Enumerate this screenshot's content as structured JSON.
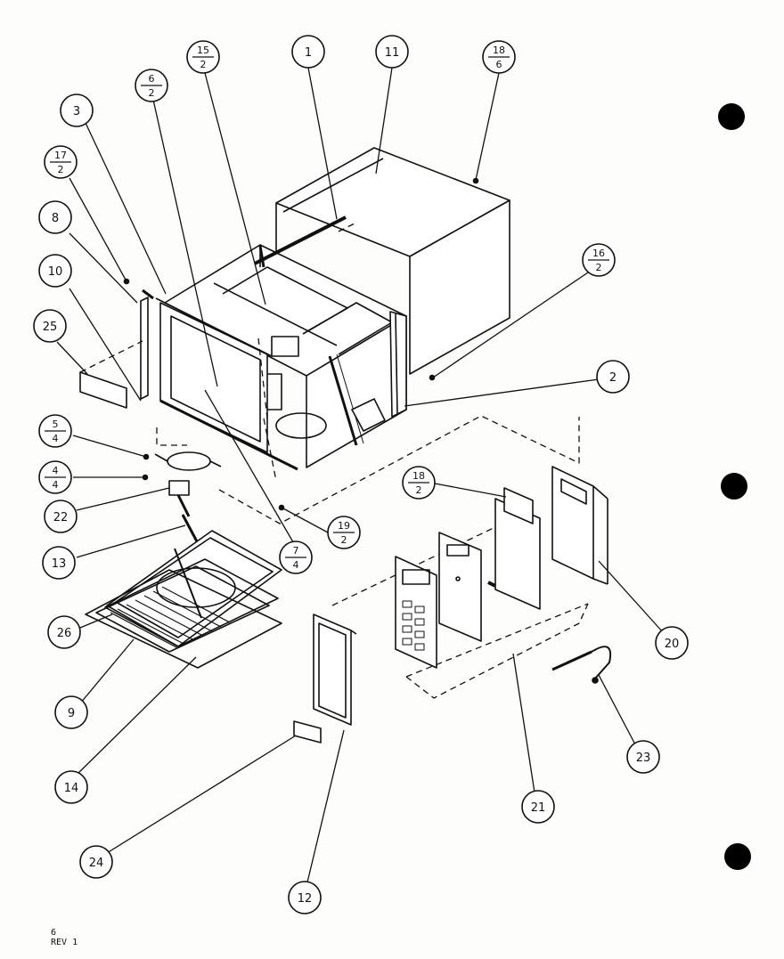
{
  "diagram": {
    "type": "exploded-parts-view",
    "callouts": [
      {
        "id": "c1",
        "num": "1"
      },
      {
        "id": "c11",
        "num": "11"
      },
      {
        "id": "c18_6",
        "num": "18",
        "den": "6"
      },
      {
        "id": "c15_2",
        "num": "15",
        "den": "2"
      },
      {
        "id": "c6_2",
        "num": "6",
        "den": "2"
      },
      {
        "id": "c3",
        "num": "3"
      },
      {
        "id": "c17_2",
        "num": "17",
        "den": "2"
      },
      {
        "id": "c8",
        "num": "8"
      },
      {
        "id": "c10",
        "num": "10"
      },
      {
        "id": "c25",
        "num": "25"
      },
      {
        "id": "c16_2",
        "num": "16",
        "den": "2"
      },
      {
        "id": "c2",
        "num": "2"
      },
      {
        "id": "c5_4",
        "num": "5",
        "den": "4"
      },
      {
        "id": "c4_4",
        "num": "4",
        "den": "4"
      },
      {
        "id": "c22",
        "num": "22"
      },
      {
        "id": "c13",
        "num": "13"
      },
      {
        "id": "c19_2",
        "num": "19",
        "den": "2"
      },
      {
        "id": "c7_4",
        "num": "7",
        "den": "4"
      },
      {
        "id": "c18_2",
        "num": "18",
        "den": "2"
      },
      {
        "id": "c26",
        "num": "26"
      },
      {
        "id": "c9",
        "num": "9"
      },
      {
        "id": "c14",
        "num": "14"
      },
      {
        "id": "c20",
        "num": "20"
      },
      {
        "id": "c21",
        "num": "21"
      },
      {
        "id": "c23",
        "num": "23"
      },
      {
        "id": "c24",
        "num": "24"
      },
      {
        "id": "c12",
        "num": "12"
      }
    ]
  },
  "footer": {
    "page": "6",
    "revision": "REV 1"
  }
}
